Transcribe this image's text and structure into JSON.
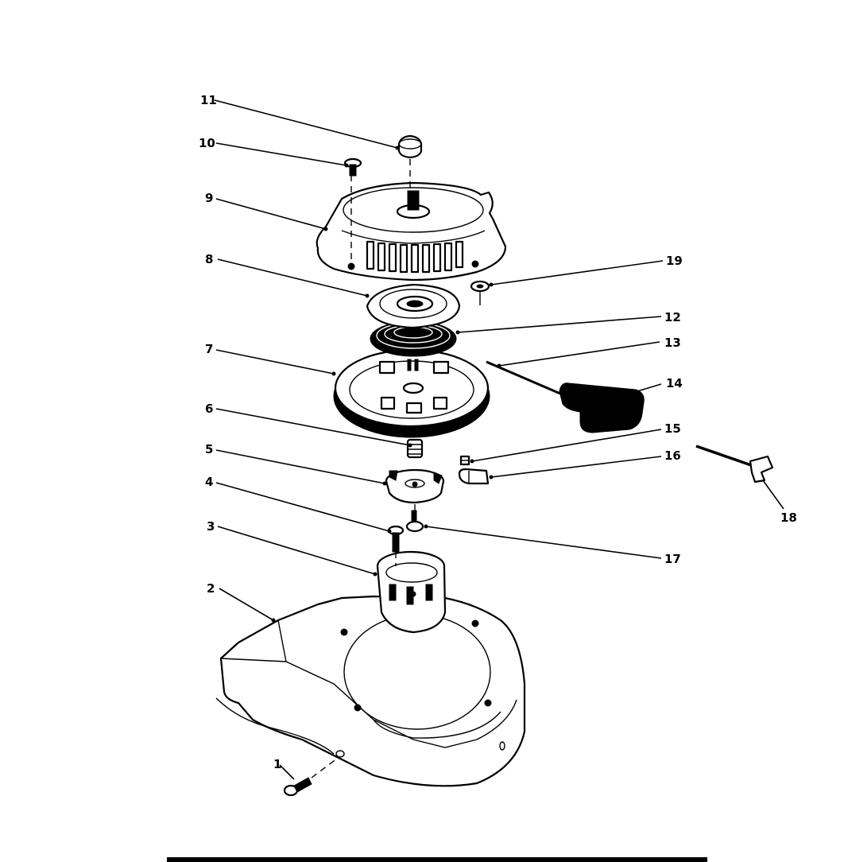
{
  "callouts": {
    "p1": "1",
    "p2": "2",
    "p3": "3",
    "p4": "4",
    "p5": "5",
    "p6": "6",
    "p7": "7",
    "p8": "8",
    "p9": "9",
    "p10": "10",
    "p11": "11",
    "p12": "12",
    "p13": "13",
    "p14": "14",
    "p15": "15",
    "p16": "16",
    "p17": "17",
    "p18": "18",
    "p19": "19"
  },
  "icons": {
    "shroud": "blower-housing-icon",
    "starter": "recoil-starter-icon",
    "handle": "starter-handle-icon"
  },
  "colors": {
    "ink": "#000000",
    "paper": "#ffffff"
  }
}
